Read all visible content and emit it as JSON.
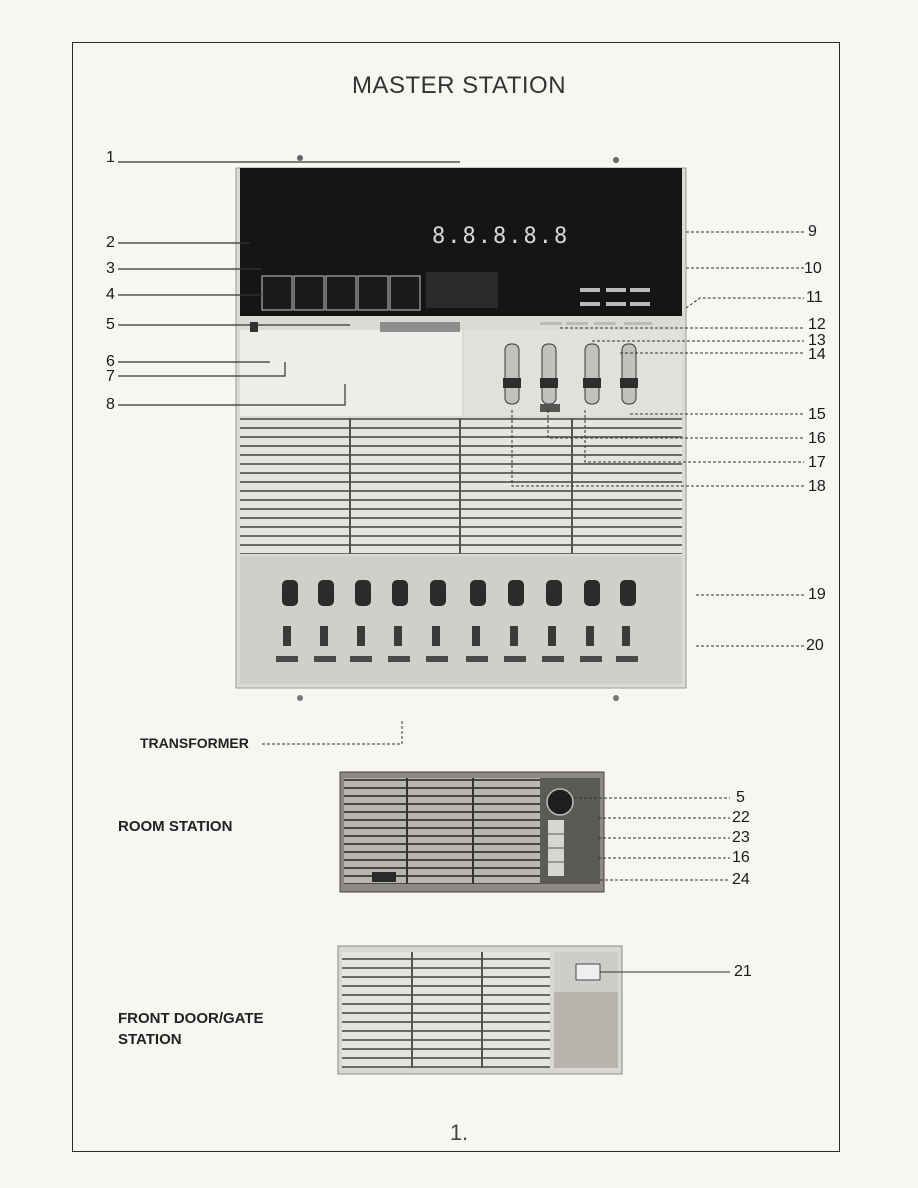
{
  "title": "MASTER STATION",
  "display": "8.8.8.8.8",
  "callouts_left": [
    "1",
    "2",
    "3",
    "4",
    "5",
    "6",
    "7",
    "8"
  ],
  "callouts_right": [
    "9",
    "10",
    "11",
    "12",
    "13",
    "14",
    "15",
    "16",
    "17",
    "18",
    "19",
    "20"
  ],
  "room_callouts": [
    "5",
    "22",
    "23",
    "16",
    "24"
  ],
  "gate_callout": "21",
  "transformer_label": "TRANSFORMER",
  "room_station_label": "ROOM STATION",
  "gate_station_label": [
    "FRONT DOOR/GATE",
    "STATION"
  ],
  "page_number": "1."
}
